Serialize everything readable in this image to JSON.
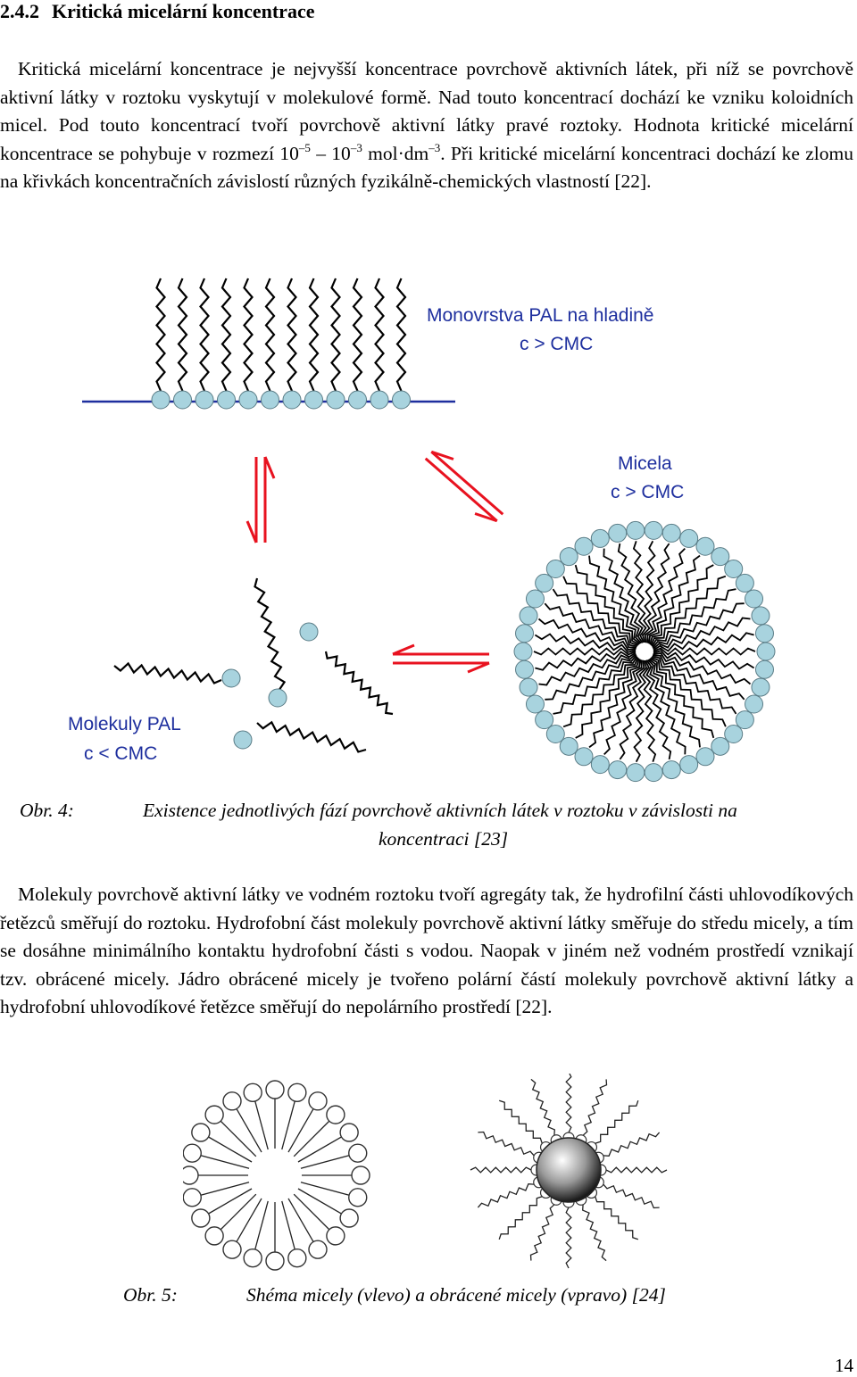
{
  "section": {
    "number": "2.4.2",
    "title": "Kritická micelární koncentrace"
  },
  "para1": {
    "part1": "Kritická micelární koncentrace je nejvyšší koncentrace povrchově aktivních látek, při níž se povrchově aktivní látky v roztoku vyskytují v molekulové formě. Nad touto koncentrací dochází ke vzniku koloidních micel. Pod touto koncentrací tvoří povrchově aktivní látky pravé roztoky. Hodnota kritické micelární koncentrace se pohybuje v rozmezí 10",
    "sup1": "–5",
    "part2": " – 10",
    "sup2": "–3",
    "part3": " mol·dm",
    "sup3": "–3",
    "part4": ". Při kritické micelární koncentraci dochází ke zlomu na křivkách koncentračních závislostí různých fyzikálně-chemických vlastností [22]."
  },
  "figure4": {
    "label_monolayer": "Monovrstva PAL na hladině",
    "label_monolayer_cond": "c > CMC",
    "label_micelle": "Micela",
    "label_micelle_cond": "c > CMC",
    "label_molecules": "Molekuly PAL",
    "label_molecules_cond": "c < CMC",
    "caption_label": "Obr. 4:",
    "caption_text_1": "Existence jednotlivých fází povrchově aktivních látek v roztoku v závislosti na",
    "caption_text_2": "koncentraci [23]",
    "head_color": "#a8d3de",
    "surface_color": "#1e2f9e",
    "arrow_color": "#e8121f"
  },
  "para2": {
    "text": "Molekuly povrchově aktivní látky ve vodném roztoku tvoří agregáty tak, že hydrofilní části uhlovodíkových řetězců směřují do roztoku. Hydrofobní část molekuly povrchově aktivní látky směřuje do středu micely, a tím se dosáhne minimálního kontaktu hydrofobní části s vodou. Naopak v jiném než vodném prostředí vznikají tzv. obrácené micely. Jádro obrácené micely je tvořeno polární částí molekuly povrchově aktivní látky a hydrofobní uhlovodíkové řetězce směřují do nepolárního prostředí [22]."
  },
  "figure5": {
    "caption_label": "Obr. 5:",
    "caption_text": "Shéma micely (vlevo) a obrácené micely (vpravo) [24]"
  },
  "page_number": "14"
}
